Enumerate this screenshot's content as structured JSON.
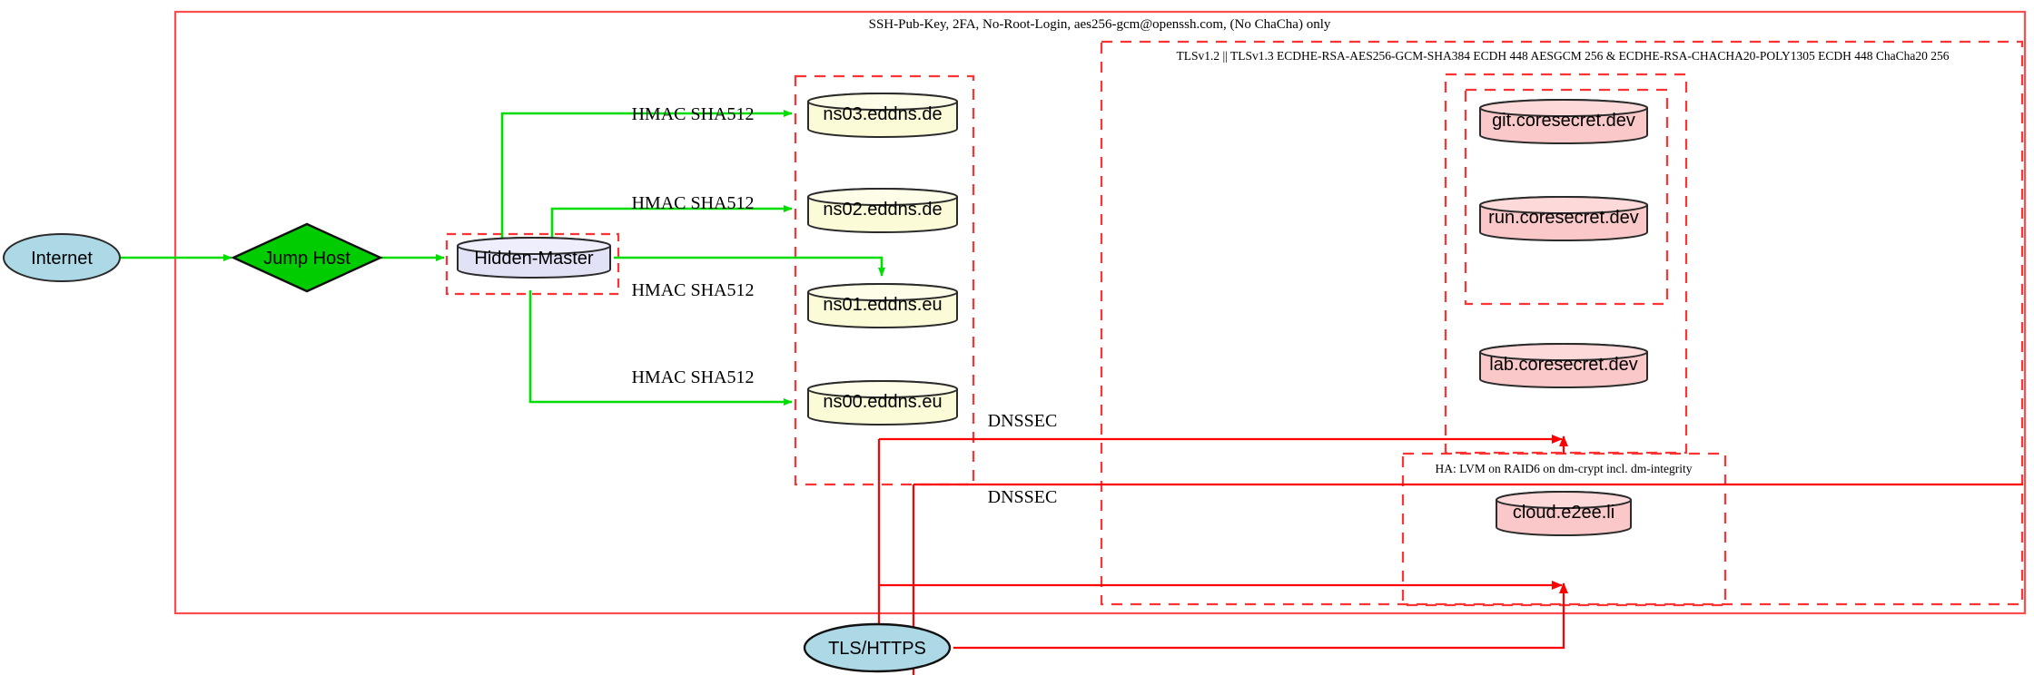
{
  "diagram": {
    "title": "Infrastructure security / DNS topology diagram",
    "colors": {
      "boundary_red": "#ff2d2d",
      "cluster_dash_red": "#ff3333",
      "flow_green": "#00dd00",
      "flow_red": "#ff0000",
      "internet_fill": "#add8e6",
      "jumphost_fill": "#00cc00",
      "hidden_master_fill": "#e2e2f7",
      "dns_fill": "#fbfbd8",
      "web_fill": "#fac8c8",
      "node_stroke": "#2b2b2b"
    },
    "boundaries": {
      "ssh_policy": "SSH-Pub-Key, 2FA, No-Root-Login, aes256-gcm@openssh.com, (No ChaCha) only",
      "tls_policy": "TLSv1.2 || TLSv1.3 ECDHE-RSA-AES256-GCM-SHA384 ECDH 448 AESGCM 256 & ECDHE-RSA-CHACHA20-POLY1305 ECDH 448 ChaCha20 256",
      "ha_policy": "HA: LVM on RAID6 on dm-crypt incl. dm-integrity"
    },
    "nodes": {
      "internet": {
        "label": "Internet",
        "shape": "ellipse"
      },
      "jump_host": {
        "label": "Jump Host",
        "shape": "diamond"
      },
      "hidden_master": {
        "label": "Hidden-Master",
        "shape": "cylinder"
      },
      "tls_https": {
        "label": "TLS/HTTPS",
        "shape": "ellipse"
      },
      "ns03": {
        "label": "ns03.eddns.de",
        "shape": "cylinder"
      },
      "ns02": {
        "label": "ns02.eddns.de",
        "shape": "cylinder"
      },
      "ns01": {
        "label": "ns01.eddns.eu",
        "shape": "cylinder"
      },
      "ns00": {
        "label": "ns00.eddns.eu",
        "shape": "cylinder"
      },
      "git": {
        "label": "git.coresecret.dev",
        "shape": "cylinder"
      },
      "run": {
        "label": "run.coresecret.dev",
        "shape": "cylinder"
      },
      "lab": {
        "label": "lab.coresecret.dev",
        "shape": "cylinder"
      },
      "cloud": {
        "label": "cloud.e2ee.li",
        "shape": "cylinder"
      }
    },
    "edge_labels": {
      "hmac_ns03": "HMAC SHA512",
      "hmac_ns02": "HMAC SHA512",
      "hmac_ns01": "HMAC SHA512",
      "hmac_ns00": "HMAC SHA512",
      "dnssec_upper": "DNSSEC",
      "dnssec_lower": "DNSSEC"
    }
  }
}
